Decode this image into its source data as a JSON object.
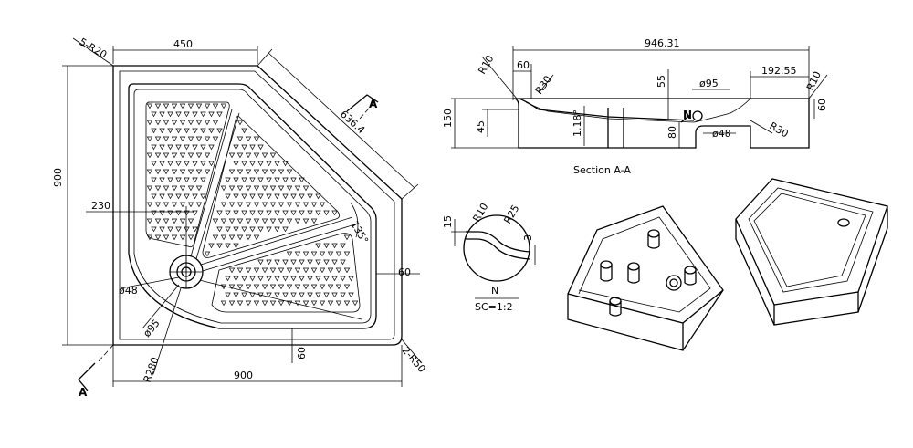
{
  "plan": {
    "top_width": "450",
    "corner_radius": "5-R20",
    "height": "900",
    "diagonal": "636.4",
    "angle": "135°",
    "left_offset": "230",
    "right_rim": "60",
    "bottom_rim": "60",
    "drain_hole": "ø48",
    "drain_ring": "ø95",
    "arc_radius": "R280",
    "bottom_radius": "2-R50",
    "bottom_width": "900",
    "section_marker": "A"
  },
  "section": {
    "overall_length": "946.31",
    "left_rim": "60",
    "right_length": "192.55",
    "left_radius": "R10",
    "inner_radius": "R30",
    "right_radius": "R10",
    "right_rim_height": "60",
    "height": "150",
    "depth_45": "45",
    "slope": "1.18°",
    "depth_55": "55",
    "drain_outer": "ø95",
    "depth_80": "80",
    "drain_label": "N",
    "drain_inner": "ø48",
    "bottom_radius": "R30",
    "title": "Section  A-A"
  },
  "detail": {
    "r10": "R10",
    "r25": "R25",
    "h15": "15",
    "h3": "3",
    "label": "N",
    "scale": "SC=1:2"
  }
}
